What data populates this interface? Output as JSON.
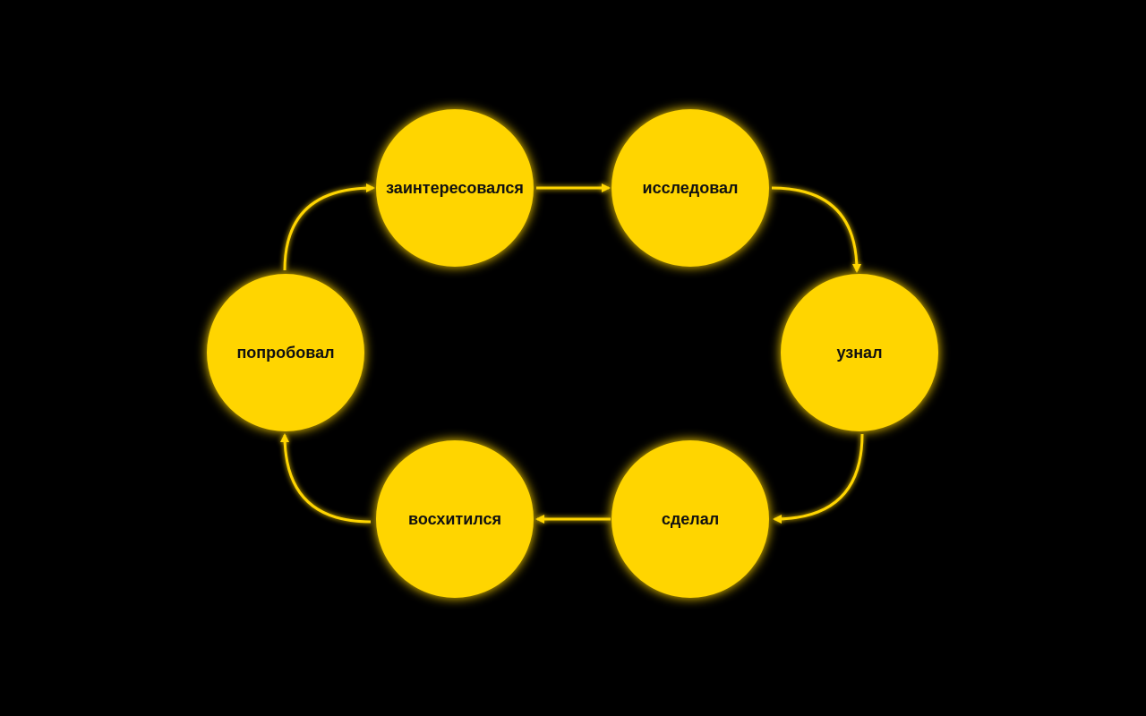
{
  "diagram": {
    "background_color": "#000000",
    "node_color": "#FFD500",
    "arrow_color": "#FFD500",
    "label_color": "#111111",
    "nodes": [
      {
        "id": "interested",
        "label": "заинтересовался"
      },
      {
        "id": "researched",
        "label": "исследовал"
      },
      {
        "id": "learned",
        "label": "узнал"
      },
      {
        "id": "made",
        "label": "сделал"
      },
      {
        "id": "delighted",
        "label": "восхитился"
      },
      {
        "id": "tried",
        "label": "попробовал"
      }
    ],
    "edges": [
      {
        "from": "interested",
        "to": "researched"
      },
      {
        "from": "researched",
        "to": "learned"
      },
      {
        "from": "learned",
        "to": "made"
      },
      {
        "from": "made",
        "to": "delighted"
      },
      {
        "from": "delighted",
        "to": "tried"
      },
      {
        "from": "tried",
        "to": "interested"
      }
    ]
  }
}
